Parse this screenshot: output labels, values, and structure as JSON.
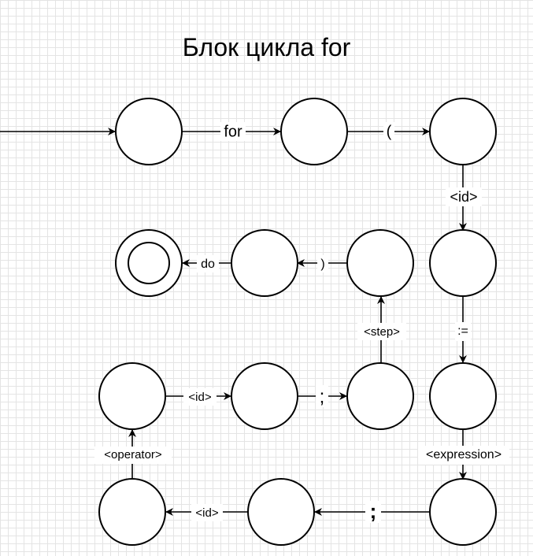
{
  "title": "Блок цикла for",
  "labels": {
    "for": "for",
    "lparen": "(",
    "id_down": "<id>",
    "assign": ":=",
    "expression": "<expression>",
    "semicolon_bottom": ";",
    "id_bottom": "<id>",
    "operator": "<operator>",
    "id_middle": "<id>",
    "semicolon_middle": ";",
    "step": "<step>",
    "rparen": ")",
    "do": "do"
  }
}
